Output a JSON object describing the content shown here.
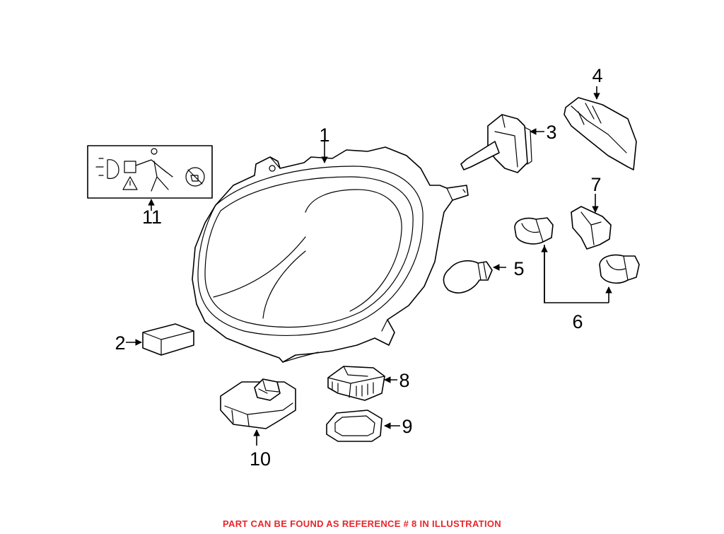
{
  "callouts": {
    "c1": "1",
    "c2": "2",
    "c3": "3",
    "c4": "4",
    "c5": "5",
    "c6": "6",
    "c7": "7",
    "c8": "8",
    "c9": "9",
    "c10": "10",
    "c11": "11"
  },
  "footer": {
    "note": "PART CAN BE FOUND AS REFERENCE # 8 IN ILLUSTRATION",
    "color": "#e8262b"
  }
}
